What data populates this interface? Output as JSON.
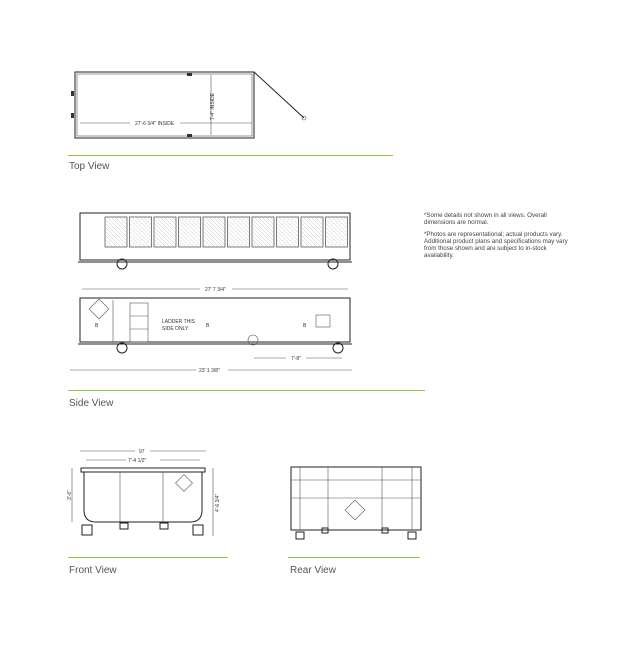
{
  "views": {
    "top": {
      "label": "Top View",
      "length_inside": "27'-6 3/4\" INSIDE",
      "width_inside": "7-4\" INSIDE"
    },
    "side": {
      "label": "Side View",
      "overall_top": "27' 7 3/4\"",
      "ladder_note": [
        "LADDER THIS",
        "SIDE ONLY"
      ],
      "wheel_offset": "7'-8\"",
      "overall_bottom": "23' 1 3/8\"",
      "marker": "B"
    },
    "front": {
      "label": "Front View",
      "overall_width": "97",
      "inside_width": "7'-4 1/2\"",
      "height_left": "3'-6\"",
      "height_right": "4'-6 3/4\""
    },
    "rear": {
      "label": "Rear View"
    }
  },
  "notes": [
    "*Some details not shown in all views. Overall dimensions are normal.",
    "*Photos are representational; actual products vary. Additional product plans and specifications may vary from those shown and are subject to in-stock availability."
  ],
  "accent_color": "#8dc63f"
}
